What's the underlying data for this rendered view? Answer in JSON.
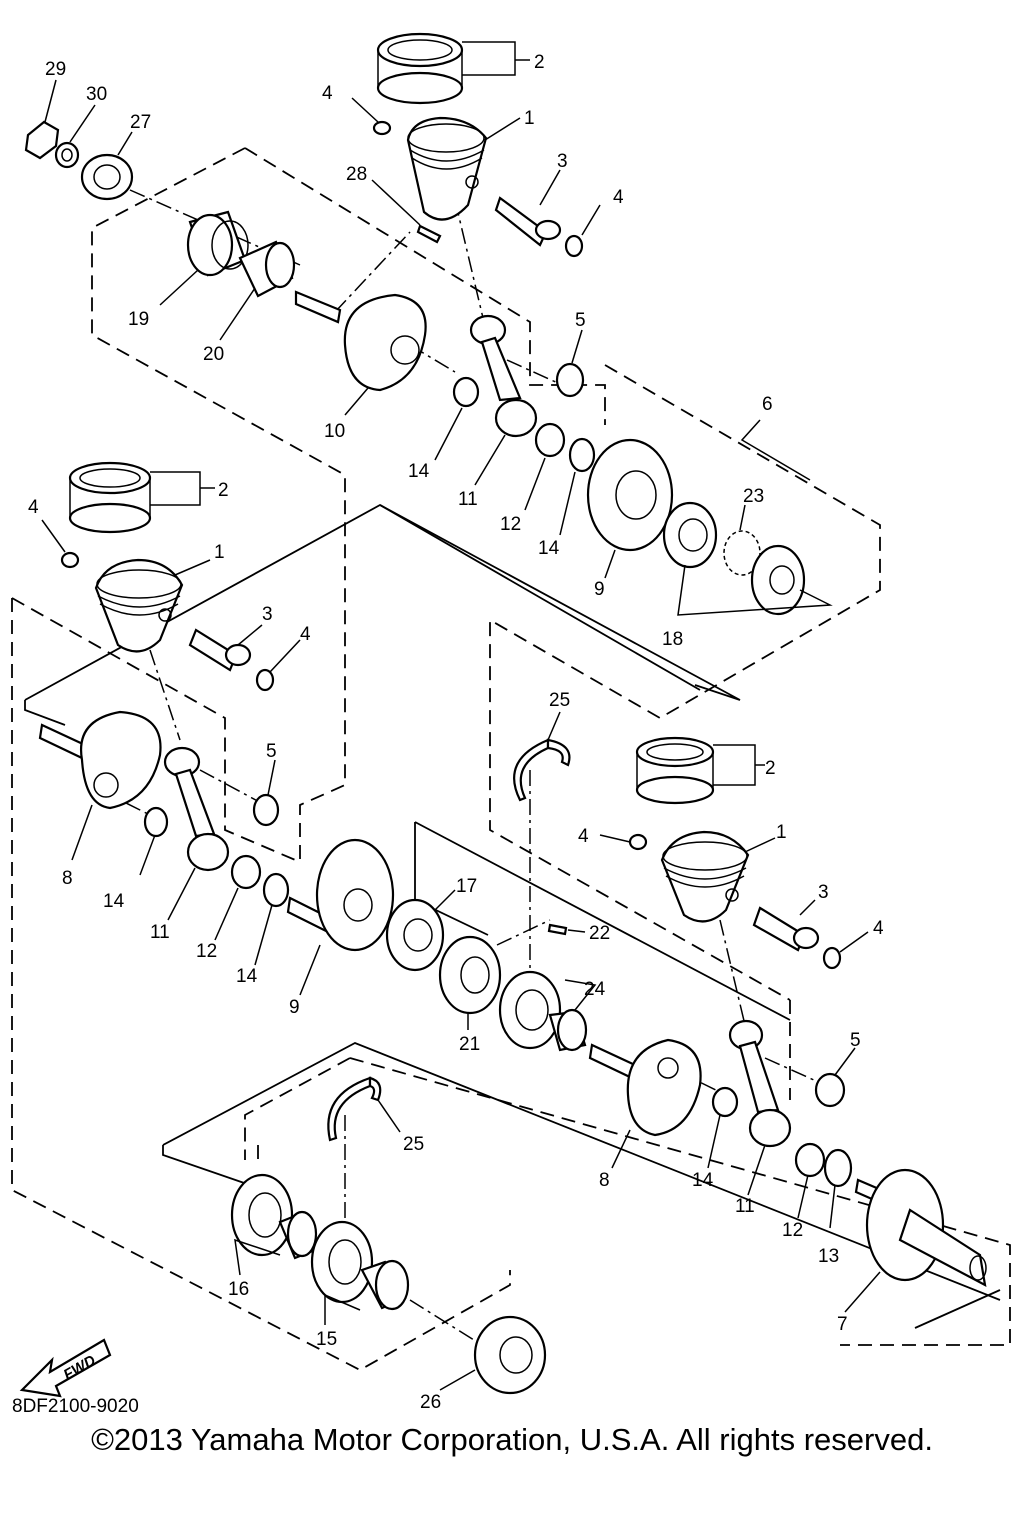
{
  "diagram_code": "8DF2100-9020",
  "copyright": "©2013 Yamaha Motor Corporation, U.S.A. All rights reserved.",
  "fwd_label": "FWD",
  "callouts": {
    "c29": "29",
    "c30": "30",
    "c27": "27",
    "c4a": "4",
    "c2a": "2",
    "c1a": "1",
    "c28": "28",
    "c3a": "3",
    "c4b": "4",
    "c19": "19",
    "c20": "20",
    "c10": "10",
    "c5a": "5",
    "c6": "6",
    "c14a": "14",
    "c11a": "11",
    "c12a": "12",
    "c14b": "14",
    "c23": "23",
    "c9a": "9",
    "c18": "18",
    "c2b": "2",
    "c4c": "4",
    "c1b": "1",
    "c3b": "3",
    "c4d": "4",
    "c5b": "5",
    "c8a": "8",
    "c14c": "14",
    "c11b": "11",
    "c12b": "12",
    "c14d": "14",
    "c9b": "9",
    "c17": "17",
    "c22": "22",
    "c24": "24",
    "c21": "21",
    "c25a": "25",
    "c2c": "2",
    "c4e": "4",
    "c1c": "1",
    "c3c": "3",
    "c4f": "4",
    "c5c": "5",
    "c8b": "8",
    "c14e": "14",
    "c11c": "11",
    "c12c": "12",
    "c13": "13",
    "c7": "7",
    "c25b": "25",
    "c16": "16",
    "c15": "15",
    "c26": "26"
  }
}
